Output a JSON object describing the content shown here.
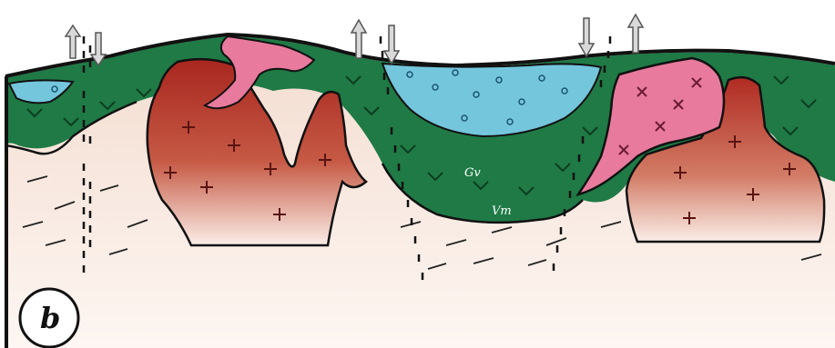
{
  "figure": {
    "panel_label": "b",
    "unit_labels": {
      "upper_green": "Gv",
      "lower_green": "Vm"
    }
  },
  "colors": {
    "outline": "#111111",
    "green_sequence": "#1f7a45",
    "green_dark": "#0f4f2a",
    "blue_basin": "#74c6dc",
    "red_intrusion": "#b5352c",
    "pink_intrusion": "#e77a9d",
    "basement": "#f7ebe3",
    "arrow_fill": "#d9d9d9"
  },
  "icons": {
    "fault_arrows": "double-headed-vertical-arrow-pair",
    "intrusion_pattern": "cross-hatch-plus"
  }
}
